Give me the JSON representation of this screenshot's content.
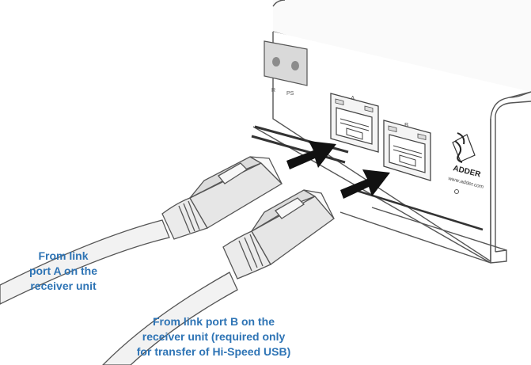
{
  "device": {
    "led_label_r": "R",
    "led_label_ps": "PS",
    "port_a_label": "A",
    "port_b_label": "B",
    "brand": "ADDER",
    "website": "www.adder.com"
  },
  "callouts": {
    "port_a_line1": "From link",
    "port_a_line2_prefix": "port ",
    "port_a_line2_bold": "A",
    "port_a_line2_suffix": " on the",
    "port_a_line3": "receiver unit",
    "port_b_line1_prefix": "From link port ",
    "port_b_line1_bold": "B",
    "port_b_line1_suffix": " on the",
    "port_b_line2": "receiver unit (required only",
    "port_b_line3": "for transfer of Hi-Speed USB)"
  },
  "colors": {
    "callout_text": "#2e74b5",
    "outline": "#555555",
    "plug_fill": "#e6e6e6",
    "arrow_fill": "#111111"
  }
}
